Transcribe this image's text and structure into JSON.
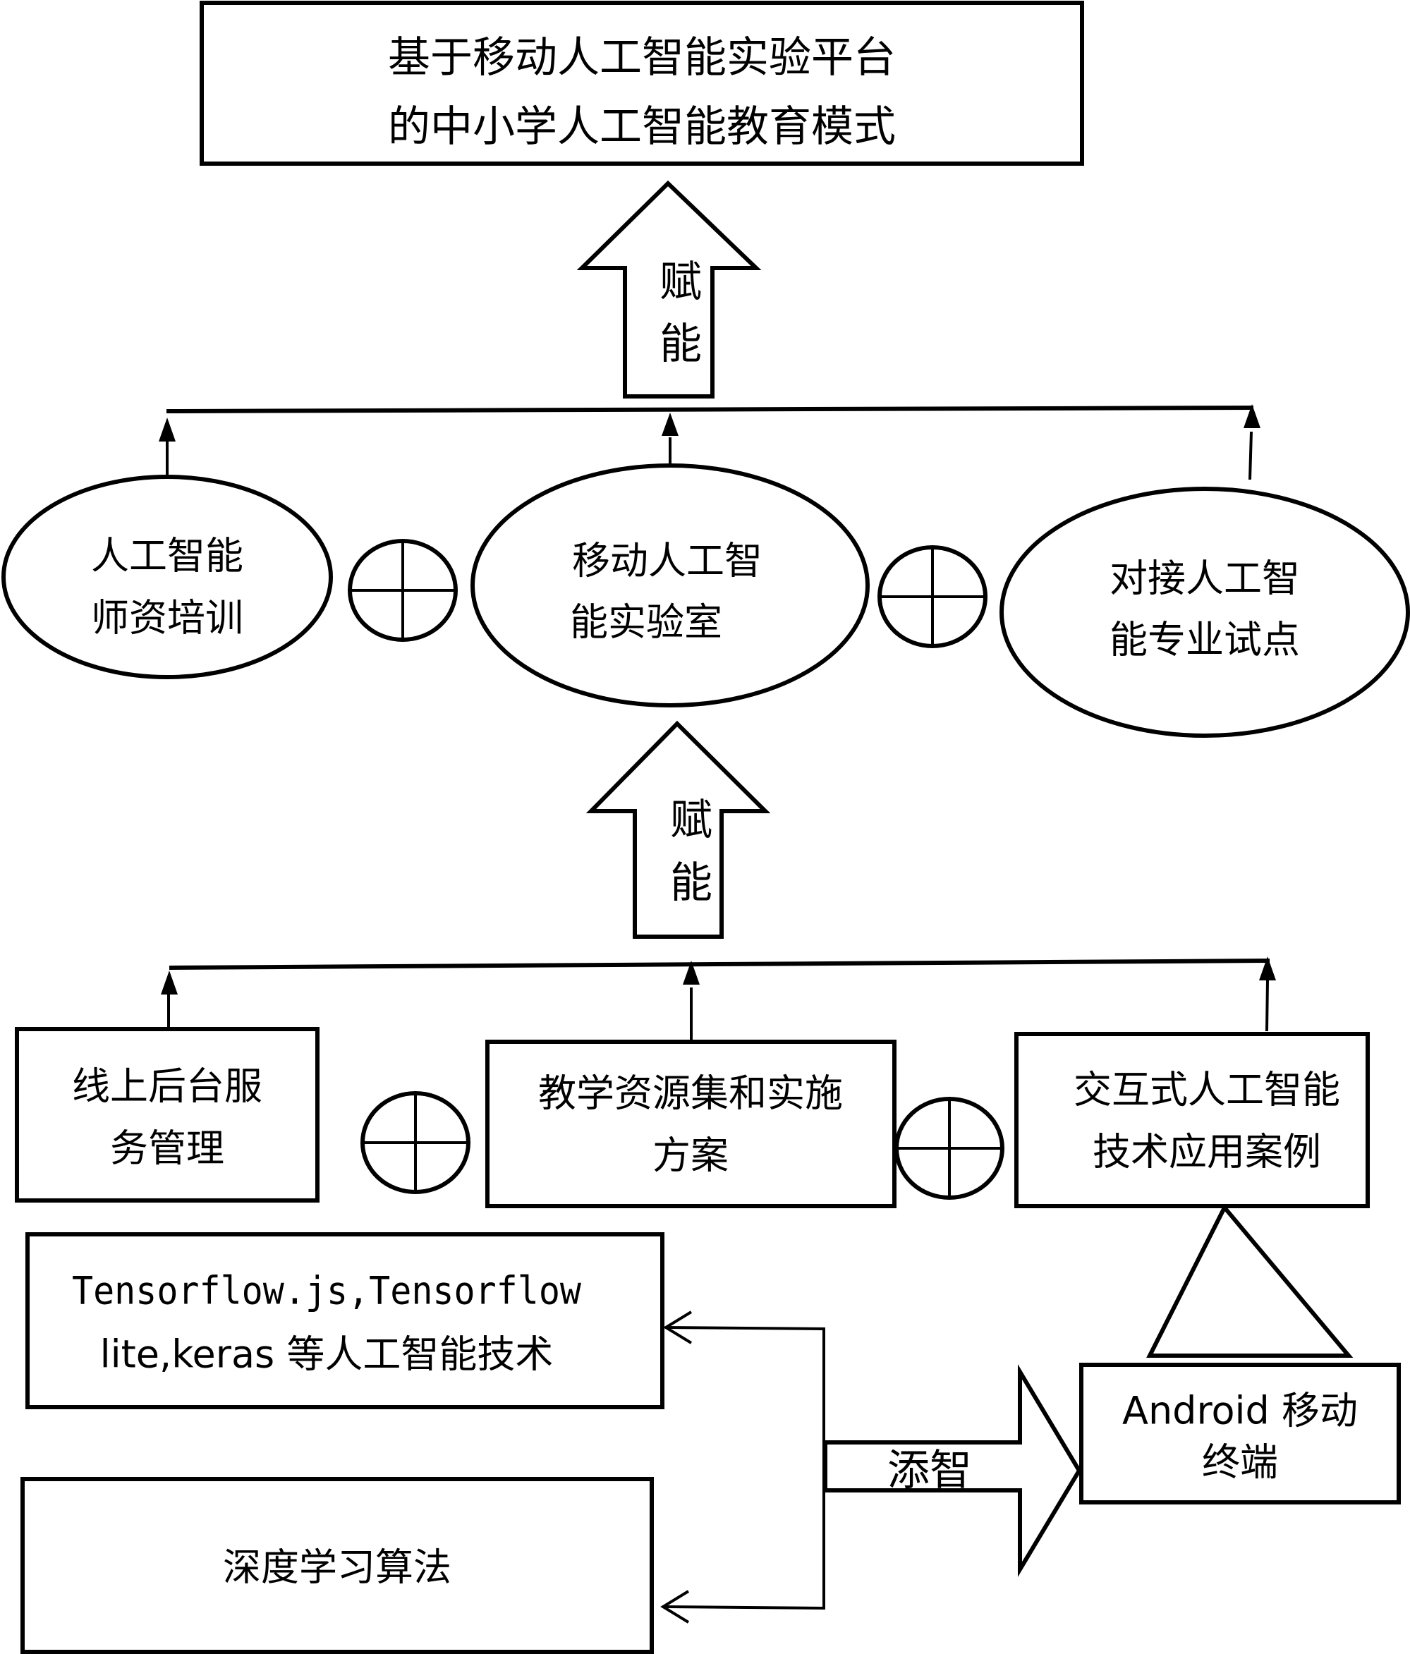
{
  "title": {
    "line1": "基于移动人工智能实验平台",
    "line2": "的中小学人工智能教育模式"
  },
  "arrows": {
    "top_label": [
      "赋",
      "能"
    ],
    "middle_label": [
      "赋",
      "能"
    ],
    "side_label": "添智"
  },
  "ellipses": [
    {
      "line1": "人工智能",
      "line2": "师资培训"
    },
    {
      "line1": "移动人工智",
      "line2": "能实验室"
    },
    {
      "line1": "对接人工智",
      "line2": "能专业试点"
    }
  ],
  "boxes": [
    {
      "line1": "线上后台服",
      "line2": "务管理"
    },
    {
      "line1": "教学资源集和实施",
      "line2": "方案"
    },
    {
      "line1": "交互式人工智能",
      "line2": "技术应用案例"
    }
  ],
  "tech_boxes": [
    {
      "line1": "Tensorflow.js,Tensorflow",
      "line2": "lite,keras 等人工智能技术"
    },
    {
      "line1": "深度学习算法"
    }
  ],
  "device_box": {
    "line1": "Android 移动",
    "line2": "终端"
  },
  "operator_symbol": "circled-plus"
}
